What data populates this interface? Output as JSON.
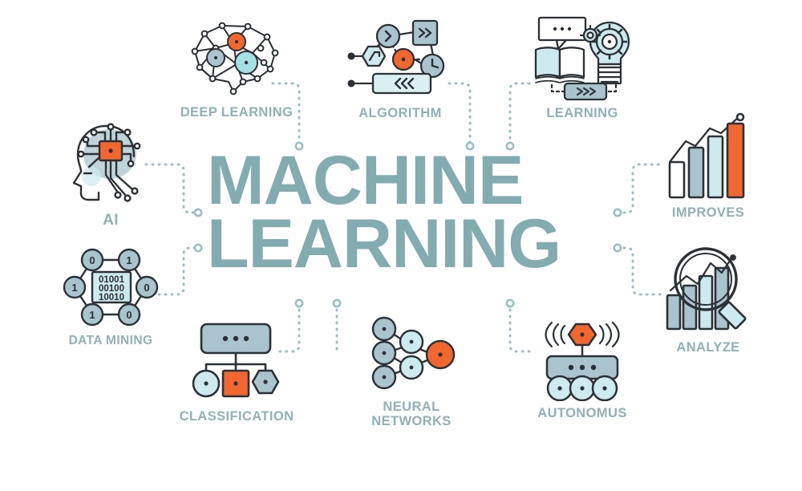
{
  "title": {
    "line1": "MACHINE",
    "line2": "LEARNING",
    "text": "MACHINE\nLEARNING",
    "color": "#83ACB0"
  },
  "palette": {
    "label_text": "#8FB2B6",
    "title_text": "#83ACB0",
    "outline": "#2B3134",
    "orange": "#F26630",
    "steel_blue": "#A9C4CC",
    "pale_cyan": "#CDEBEE",
    "light_fill": "#D9EFF1",
    "dotted_line": "#9DBFC4",
    "background": "#FFFFFF"
  },
  "nodes": [
    {
      "id": "ai",
      "label": "AI",
      "icon": "head-circuit-icon",
      "position": "left-upper"
    },
    {
      "id": "deep-learning",
      "label": "DEEP LEARNING",
      "icon": "brain-network-icon",
      "position": "top-left"
    },
    {
      "id": "algorithm",
      "label": "ALGORITHM",
      "icon": "flowchart-icon",
      "position": "top-center"
    },
    {
      "id": "learning",
      "label": "LEARNING",
      "icon": "book-lightbulb-icon",
      "position": "top-right"
    },
    {
      "id": "improves",
      "label": "IMPROVES",
      "icon": "rising-bar-chart-icon",
      "position": "right-upper"
    },
    {
      "id": "analyze",
      "label": "ANALYZE",
      "icon": "magnifier-chart-icon",
      "position": "right-lower"
    },
    {
      "id": "data-mining",
      "label": "DATA MINING",
      "icon": "binary-hexagon-icon",
      "position": "left-lower"
    },
    {
      "id": "classification",
      "label": "CLASSIFICATION",
      "icon": "tree-shapes-icon",
      "position": "bottom-left"
    },
    {
      "id": "neural-networks",
      "label": "NEURAL\nNETWORKS",
      "icon": "neural-net-icon",
      "position": "bottom-center"
    },
    {
      "id": "autonomus",
      "label": "AUTONOMUS",
      "icon": "rover-signal-icon",
      "position": "bottom-right"
    }
  ],
  "icon_details": {
    "data_mining": {
      "binary_rows": [
        "01001",
        "00100",
        "10010"
      ],
      "ring_digits": [
        "0",
        "1",
        "1",
        "0",
        "1",
        "0"
      ]
    },
    "algorithm": {
      "glyphs": [
        "›",
        "»",
        "⌐",
        "●",
        "◴",
        "⋘"
      ]
    },
    "learning": {
      "bar_glyph": "»›"
    },
    "classification": {
      "dots": "• • •"
    },
    "autonomus": {
      "dots": "• • •",
      "wave_left": "⟨⟨⟨",
      "wave_right": "⟩⟩⟩"
    },
    "improves": {
      "bar_fills": [
        "#FFFFFF",
        "#A9C4CC",
        "#CDEBEE",
        "#F26630"
      ],
      "bar_heights": [
        58,
        84,
        108,
        132
      ]
    },
    "analyze": {
      "bar_count": 4
    },
    "neural_networks": {
      "input_nodes": 3,
      "hidden_nodes": 2,
      "output_nodes": 1
    }
  }
}
